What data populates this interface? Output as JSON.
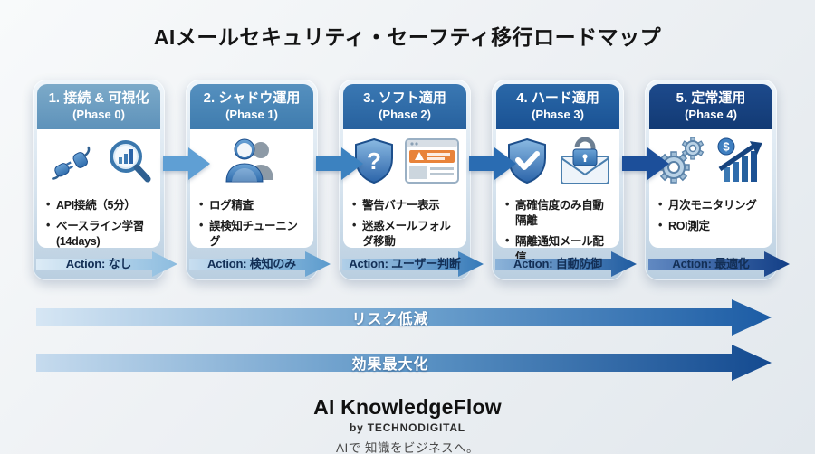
{
  "title": "AIメールセキュリティ・セーフティ移行ロードマップ",
  "cards": [
    {
      "header": "1. 接続 & 可視化",
      "phase": "(Phase 0)",
      "bullets": [
        "API接続（5分）",
        "ベースライン学習 (14days)"
      ],
      "action": "Action: なし",
      "header_color": "#6699c2",
      "icons": [
        "plug-connection-icon",
        "magnifier-chart-icon"
      ]
    },
    {
      "header": "2. シャドウ運用",
      "phase": "(Phase 1)",
      "bullets": [
        "ログ精査",
        "誤検知チューニング"
      ],
      "action": "Action: 検知のみ",
      "header_color": "#4785b6",
      "icons": [
        "users-icon"
      ]
    },
    {
      "header": "3. ソフト適用",
      "phase": "(Phase 2)",
      "bullets": [
        "警告バナー表示",
        "迷惑メールフォルダ移動"
      ],
      "action": "Action: ユーザー判断",
      "header_color": "#2d6ba8",
      "icons": [
        "shield-question-icon",
        "warning-banner-window-icon"
      ]
    },
    {
      "header": "4. ハード適用",
      "phase": "(Phase 3)",
      "bullets": [
        "高確信度のみ自動隔離",
        "隔離通知メール配信"
      ],
      "action": "Action: 自動防御",
      "header_color": "#1e5b9d",
      "icons": [
        "shield-check-icon",
        "locked-mail-icon"
      ]
    },
    {
      "header": "5. 定常運用",
      "phase": "(Phase 4)",
      "bullets": [
        "月次モニタリング",
        "ROI測定"
      ],
      "action": "Action: 最適化",
      "header_color": "#153f7e",
      "icons": [
        "gears-icon",
        "growth-chart-dollar-icon"
      ]
    }
  ],
  "gap_arrow_colors": [
    "#5f9fd4",
    "#3c82c0",
    "#2a6cb2",
    "#1c4f9a"
  ],
  "bottom_arrows": [
    {
      "label": "リスク低減",
      "gradient": [
        "#d6e6f4",
        "#1c5ca5"
      ]
    },
    {
      "label": "効果最大化",
      "gradient": [
        "#c6dbee",
        "#144a90"
      ]
    }
  ],
  "brand": {
    "name": "AI KnowledgeFlow",
    "by": "by TECHNODIGITAL",
    "tagline": "AIで 知識をビジネスへ。"
  }
}
